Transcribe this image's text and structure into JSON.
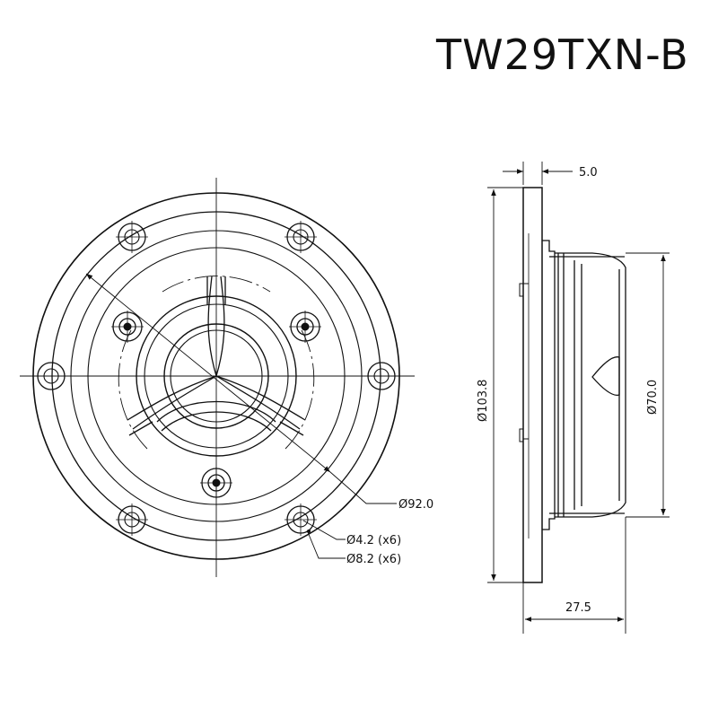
{
  "title": "TW29TXN-B",
  "dimensions": {
    "outer_diameter": "Ø92.0",
    "hole_small": "Ø4.2 (x6)",
    "hole_large": "Ø8.2 (x6)",
    "flange_thickness": "5.0",
    "front_diameter": "Ø103.8",
    "body_diameter": "Ø70.0",
    "depth": "27.5"
  }
}
